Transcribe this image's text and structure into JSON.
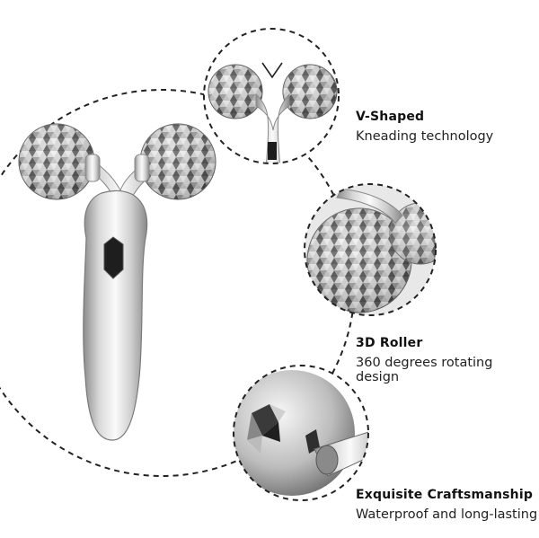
{
  "features": [
    {
      "title": "V-Shaped",
      "description": "Kneading technology"
    },
    {
      "title": "3D Roller",
      "description": "360 degrees rotating design"
    },
    {
      "title": "Exquisite Craftsmanship",
      "description": "Waterproof and long-lasting"
    }
  ],
  "colors": {
    "metal_light": "#f4f4f4",
    "metal_mid": "#c9c9c9",
    "metal_dark": "#7a7a7a",
    "facet_dark": "#2b2b2b",
    "dashed_line": "#222222",
    "text": "#111111"
  }
}
